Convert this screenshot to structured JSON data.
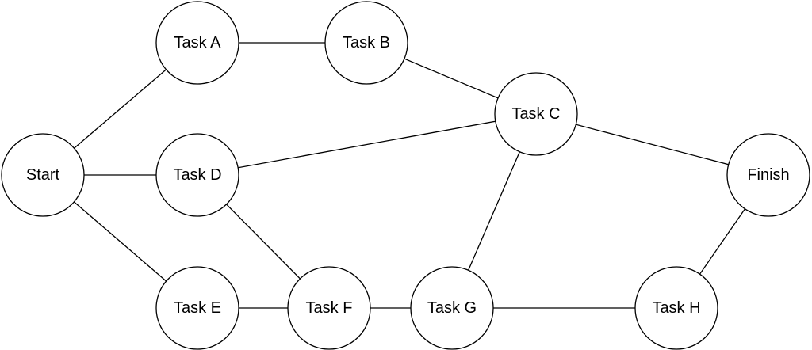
{
  "diagram": {
    "type": "network-graph",
    "nodes": [
      {
        "id": "start",
        "label": "Start"
      },
      {
        "id": "task-a",
        "label": "Task A"
      },
      {
        "id": "task-b",
        "label": "Task B"
      },
      {
        "id": "task-c",
        "label": "Task C"
      },
      {
        "id": "task-d",
        "label": "Task D"
      },
      {
        "id": "task-e",
        "label": "Task E"
      },
      {
        "id": "task-f",
        "label": "Task F"
      },
      {
        "id": "task-g",
        "label": "Task G"
      },
      {
        "id": "task-h",
        "label": "Task H"
      },
      {
        "id": "finish",
        "label": "Finish"
      }
    ],
    "edges": [
      {
        "from": "start",
        "to": "task-a"
      },
      {
        "from": "start",
        "to": "task-d"
      },
      {
        "from": "start",
        "to": "task-e"
      },
      {
        "from": "task-a",
        "to": "task-b"
      },
      {
        "from": "task-b",
        "to": "task-c"
      },
      {
        "from": "task-d",
        "to": "task-c"
      },
      {
        "from": "task-d",
        "to": "task-f"
      },
      {
        "from": "task-e",
        "to": "task-f"
      },
      {
        "from": "task-f",
        "to": "task-g"
      },
      {
        "from": "task-g",
        "to": "task-c"
      },
      {
        "from": "task-g",
        "to": "task-h"
      },
      {
        "from": "task-c",
        "to": "finish"
      },
      {
        "from": "task-h",
        "to": "finish"
      }
    ]
  }
}
